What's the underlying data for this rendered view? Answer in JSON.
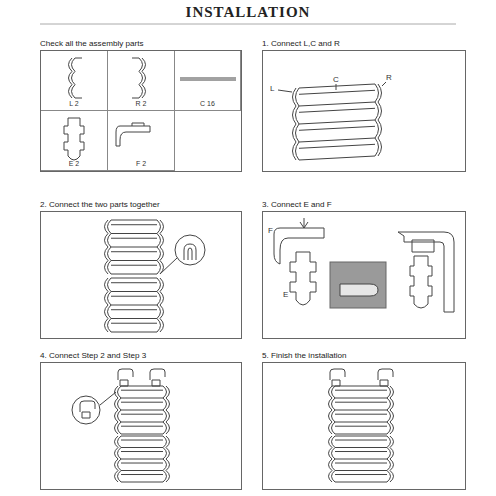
{
  "diagram": {
    "title": "INSTALLATION",
    "nodes": [
      {
        "text": [
          "Check all the assembly parts"
        ]
      },
      {
        "text": [
          "L 2"
        ],
        "in": 0
      },
      {
        "text": [
          "R 2"
        ],
        "in": 0
      },
      {
        "text": [
          "C 16"
        ],
        "in": 0
      },
      {
        "text": [
          "E 2"
        ],
        "in": 0
      },
      {
        "text": [
          "F 2"
        ],
        "in": 0
      },
      {
        "text": [
          "1. Connect L,C and R"
        ]
      },
      {
        "text": [
          "2. Connect the two parts together"
        ]
      },
      {
        "text": [
          "3. Connect E and F"
        ]
      },
      {
        "text": [
          "4. Connect Step 2 and Step 3"
        ]
      },
      {
        "text": [
          "5. Finish the installation"
        ]
      }
    ],
    "labels": [
      "L",
      "C",
      "R",
      "F",
      "E"
    ]
  }
}
